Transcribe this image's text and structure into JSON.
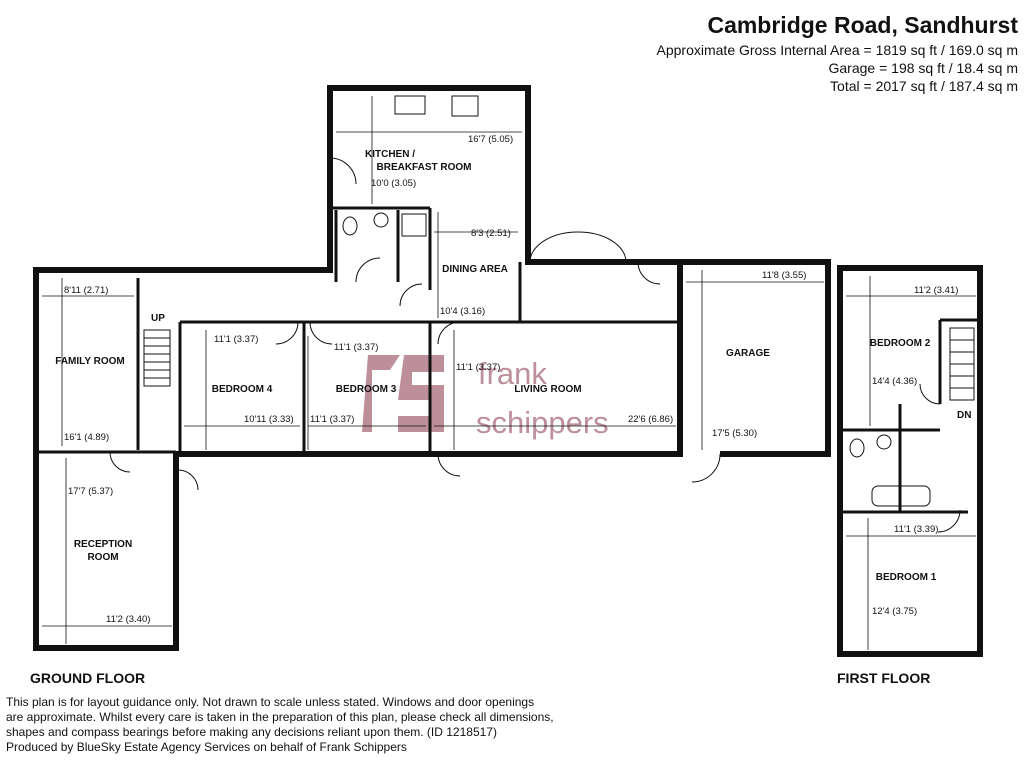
{
  "header": {
    "title": "Cambridge Road, Sandhurst",
    "areas": [
      "Approximate Gross Internal Area = 1819 sq ft / 169.0 sq m",
      "Garage = 198 sq ft / 18.4 sq m",
      "Total = 2017 sq ft / 187.4 sq m"
    ]
  },
  "floors": {
    "ground": "GROUND FLOOR",
    "first": "FIRST FLOOR"
  },
  "rooms": {
    "kitchen_1": "KITCHEN /",
    "kitchen_2": "BREAKFAST ROOM",
    "dining": "DINING AREA",
    "family": "FAMILY ROOM",
    "bedroom4": "BEDROOM 4",
    "bedroom3": "BEDROOM 3",
    "living": "LIVING ROOM",
    "garage": "GARAGE",
    "reception_1": "RECEPTION",
    "reception_2": "ROOM",
    "bedroom2": "BEDROOM 2",
    "bedroom1": "BEDROOM 1"
  },
  "stairs": {
    "up": "UP",
    "down": "DN"
  },
  "dimensions": {
    "kitchen_w": "16'7 (5.05)",
    "kitchen_h": "10'0 (3.05)",
    "dining_w": "8'3 (2.51)",
    "dining_h": "10'4 (3.16)",
    "family_w": "8'11 (2.71)",
    "family_h": "16'1 (4.89)",
    "bed4_w": "11'1 (3.37)",
    "bed4_h": "10'11 (3.33)",
    "bed3_w": "11'1 (3.37)",
    "bed3_h": "11'1 (3.37)",
    "living_w": "11'1 (3.37)",
    "living_h": "22'6 (6.86)",
    "garage_w": "11'8 (3.55)",
    "garage_h": "17'5 (5.30)",
    "reception_h": "17'7 (5.37)",
    "reception_w": "11'2 (3.40)",
    "bed2_w": "11'2 (3.41)",
    "bed2_h": "14'4 (4.36)",
    "bed1_w": "11'1 (3.39)",
    "bed1_h": "12'4 (3.75)"
  },
  "watermark": {
    "line1": "frank",
    "line2": "schippers"
  },
  "colors": {
    "wall": "#111111",
    "watermark": "#a06070"
  },
  "disclaimer": [
    "This plan is for layout guidance only. Not drawn to scale unless stated. Windows and door openings",
    "are approximate. Whilst every care is taken in the preparation of this plan, please check all dimensions,",
    "shapes and compass bearings before making any decisions reliant upon them. (ID 1218517)",
    "Produced by BlueSky Estate Agency Services on behalf of Frank Schippers"
  ]
}
